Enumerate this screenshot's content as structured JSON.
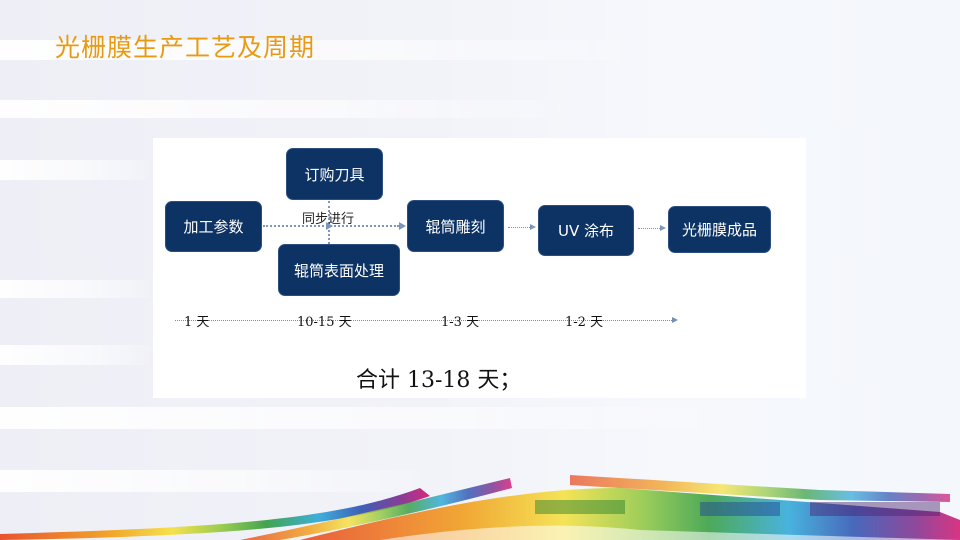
{
  "slide": {
    "title": "光栅膜生产工艺及周期",
    "title_color": "#e89a14"
  },
  "flow": {
    "box_color": "#0d3364",
    "steps": [
      {
        "id": "process-params",
        "label": "加工参数"
      },
      {
        "id": "order-tools",
        "label": "订购刀具"
      },
      {
        "id": "roller-surface-treatment",
        "label": "辊筒表面处理"
      },
      {
        "id": "roller-engraving",
        "label": "辊筒雕刻"
      },
      {
        "id": "uv-coating",
        "label": "UV 涂布"
      },
      {
        "id": "finished-product",
        "label": "光栅膜成品"
      }
    ],
    "parallel_note": "同步进行"
  },
  "timeline": {
    "labels": [
      "1 天",
      "10-15 天",
      "1-3 天",
      "1-2 天"
    ]
  },
  "total": {
    "label": "合计 13-18 天；"
  }
}
